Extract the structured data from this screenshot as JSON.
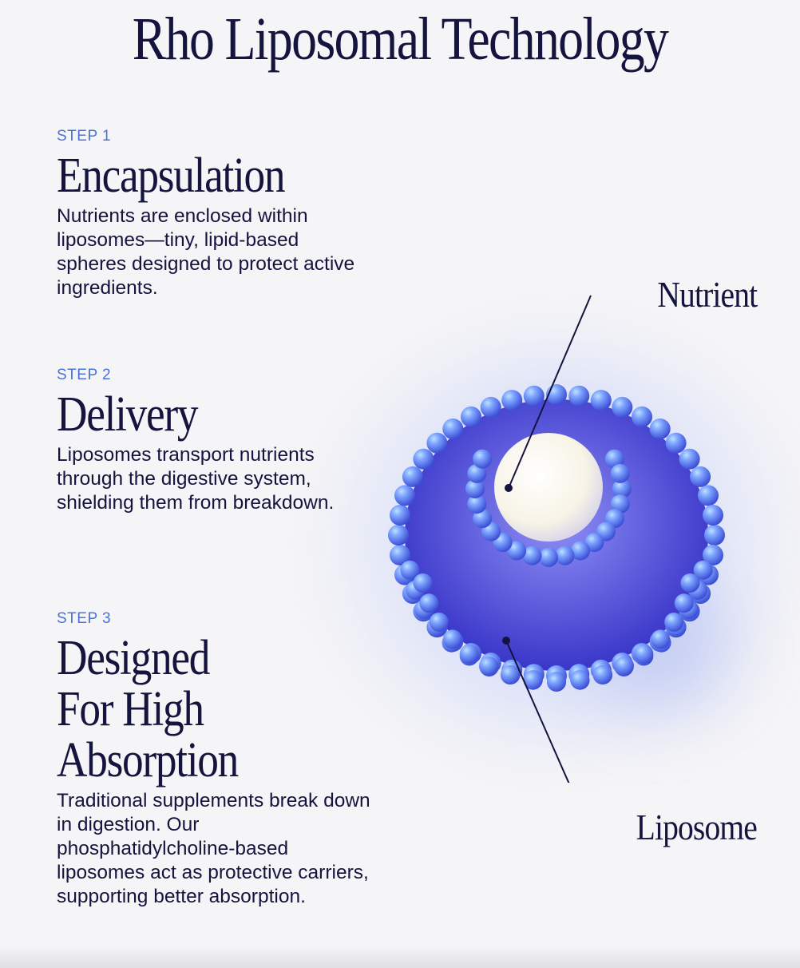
{
  "page": {
    "title": "Rho Liposomal Technology"
  },
  "steps": [
    {
      "label": "STEP 1",
      "heading": "Encapsulation",
      "body": "Nutrients are enclosed within liposomes—tiny, lipid-based spheres designed to protect active ingredients."
    },
    {
      "label": "STEP 2",
      "heading": "Delivery",
      "body": "Liposomes transport nutrients through the digestive system, shielding them from breakdown."
    },
    {
      "label": "STEP 3",
      "heading": "Designed\nFor High\nAbsorption",
      "body": "Traditional supplements break down in digestion. Our phosphatidylcholine-based liposomes act as protective carriers, supporting better absorption."
    }
  ],
  "diagram": {
    "labels": {
      "nutrient": "Nutrient",
      "liposome": "Liposome"
    },
    "colors": {
      "sphere": "#5b7cf0",
      "sphere_highlight": "#8fb8ff",
      "core": "#fbf8ee",
      "line": "#14143f",
      "glow": "#b9c4f5"
    }
  },
  "colors": {
    "accent": "#4a73d9",
    "text": "#14143f",
    "background": "#f5f5f7"
  }
}
